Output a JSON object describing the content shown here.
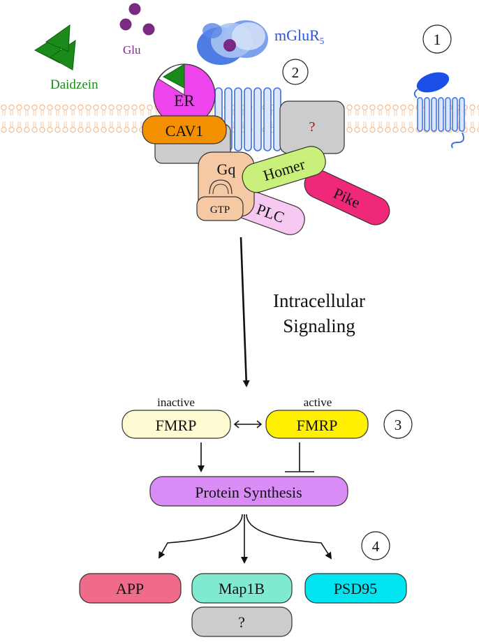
{
  "ligands": {
    "daidzein_label": "Daidzein",
    "glu_label": "Glu",
    "mglur5_label": "mGluR",
    "mglur5_subscript": "5"
  },
  "membrane_complex": {
    "er_label": "ER",
    "cav1_label": "CAV1",
    "unknown_label": "?",
    "gq_label": "Gq",
    "gtp_label": "GTP",
    "homer_label": "Homer",
    "plc_label": "PLC",
    "pike_label": "Pike"
  },
  "step_numbers": [
    "1",
    "2",
    "3",
    "4"
  ],
  "signaling": {
    "line1": "Intracellular",
    "line2": "Signaling"
  },
  "fmrp": {
    "inactive_state": "inactive",
    "inactive_label": "FMRP",
    "active_state": "active",
    "active_label": "FMRP"
  },
  "synthesis": {
    "label": "Protein Synthesis"
  },
  "products": {
    "app": "APP",
    "map1b": "Map1B",
    "psd95": "PSD95",
    "unknown": "?"
  },
  "colors": {
    "daidzein": "#1a8a1a",
    "glu": "#7b2a82",
    "receptor": "#3a6fe0",
    "er": "#ee44ee",
    "cav1": "#f39000",
    "gray_box": "#cccccc",
    "gq": "#f4c9a4",
    "homer": "#c8f07a",
    "plc": "#f6c8f2",
    "pike": "#f0287a",
    "fmrp_inactive": "#fefbd2",
    "fmrp_active": "#fff000",
    "protein_synthesis": "#d98cf5",
    "app": "#f06a8a",
    "map1b": "#7fead0",
    "psd95": "#00e5f0",
    "membrane": "#f2b888"
  }
}
